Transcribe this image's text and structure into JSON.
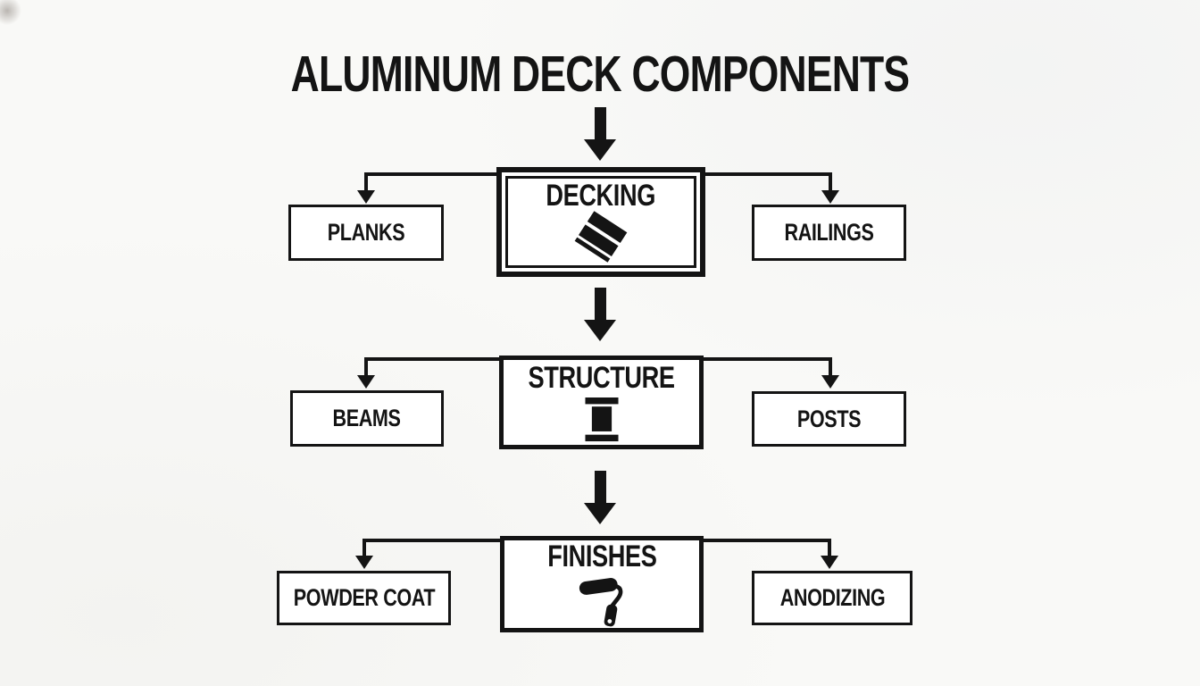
{
  "title": "ALUMINUM DECK COMPONENTS",
  "colors": {
    "ink": "#141414",
    "background": "#f9f9f7",
    "box_fill": "#ffffff"
  },
  "levels": [
    {
      "center": {
        "label": "DECKING",
        "icon": "deck-planks-icon"
      },
      "left": {
        "label": "PLANKS"
      },
      "right": {
        "label": "RAILINGS"
      }
    },
    {
      "center": {
        "label": "STRUCTURE",
        "icon": "i-beam-icon"
      },
      "left": {
        "label": "BEAMS"
      },
      "right": {
        "label": "POSTS"
      }
    },
    {
      "center": {
        "label": "FINISHES",
        "icon": "paint-roller-icon"
      },
      "left": {
        "label": "POWDER COAT"
      },
      "right": {
        "label": "ANODIZING"
      }
    }
  ]
}
